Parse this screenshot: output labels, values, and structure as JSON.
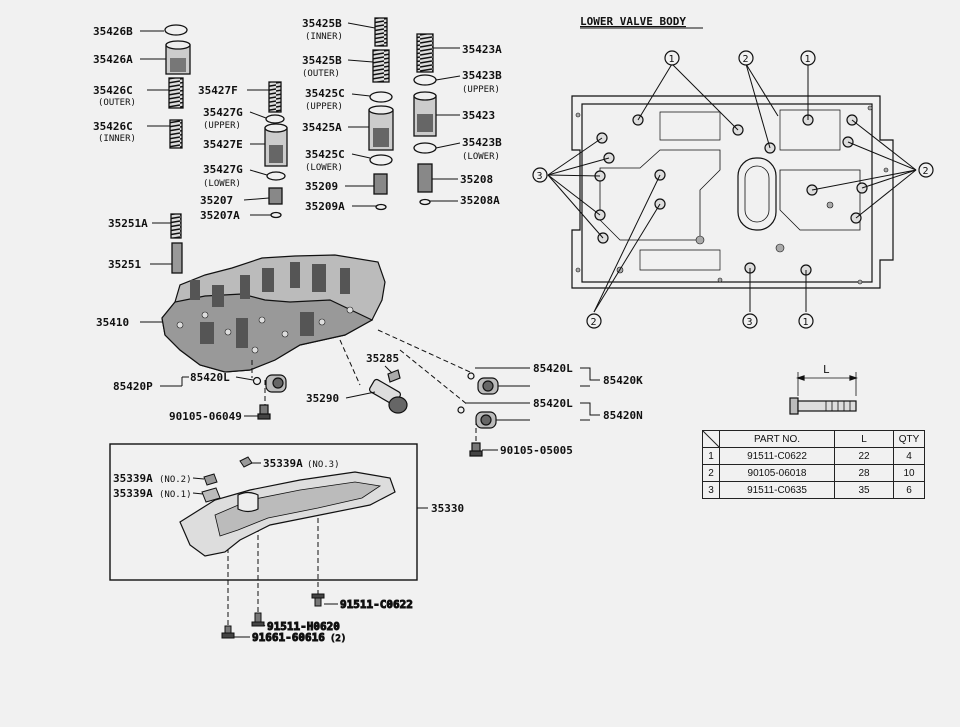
{
  "title": "LOWER VALVE BODY",
  "callouts": {
    "c1": "1",
    "c2": "2",
    "c3": "3"
  },
  "labels": {
    "p35426B": "35426B",
    "p35426A": "35426A",
    "p35426C_o": "35426C",
    "p35426C_o_sub": "(OUTER)",
    "p35426C_i": "35426C",
    "p35426C_i_sub": "(INNER)",
    "p35427F": "35427F",
    "p35427G_u": "35427G",
    "p35427G_u_sub": "(UPPER)",
    "p35427E": "35427E",
    "p35427G_l": "35427G",
    "p35427G_l_sub": "(LOWER)",
    "p35207": "35207",
    "p35207A": "35207A",
    "p35425B_i": "35425B",
    "p35425B_i_sub": "(INNER)",
    "p35425B_o": "35425B",
    "p35425B_o_sub": "(OUTER)",
    "p35425C_u": "35425C",
    "p35425C_u_sub": "(UPPER)",
    "p35425A": "35425A",
    "p35425C_l": "35425C",
    "p35425C_l_sub": "(LOWER)",
    "p35209": "35209",
    "p35209A": "35209A",
    "p35423A": "35423A",
    "p35423B_u": "35423B",
    "p35423B_u_sub": "(UPPER)",
    "p35423": "35423",
    "p35423B_l": "35423B",
    "p35423B_l_sub": "(LOWER)",
    "p35208": "35208",
    "p35208A": "35208A",
    "p35251A": "35251A",
    "p35251": "35251",
    "p35410": "35410",
    "p85420P": "85420P",
    "p85420L_a": "85420L",
    "p90105_06049": "90105-06049",
    "p35285": "35285",
    "p35290": "35290",
    "p85420L_b": "85420L",
    "p85420K": "85420K",
    "p85420L_c": "85420L",
    "p85420N": "85420N",
    "p90105_05005": "90105-05005",
    "p35339A_3": "35339A",
    "p35339A_3_sub": "(NO.3)",
    "p35339A_2": "35339A",
    "p35339A_2_sub": "(NO.2)",
    "p35339A_1": "35339A",
    "p35339A_1_sub": "(NO.1)",
    "p35330": "35330",
    "p91511_C0622": "91511-C0622",
    "p91511_H0620": "91511-H0620",
    "p91661": "91661-60616",
    "p91661_sub": "(2)",
    "bolt_L": "L"
  },
  "table": {
    "headers": [
      "PART NO.",
      "L",
      "QTY"
    ],
    "rows": [
      {
        "no": "1",
        "part": "91511-C0622",
        "L": "22",
        "qty": "4"
      },
      {
        "no": "2",
        "part": "90105-06018",
        "L": "28",
        "qty": "10"
      },
      {
        "no": "3",
        "part": "91511-C0635",
        "L": "35",
        "qty": "6"
      }
    ]
  }
}
